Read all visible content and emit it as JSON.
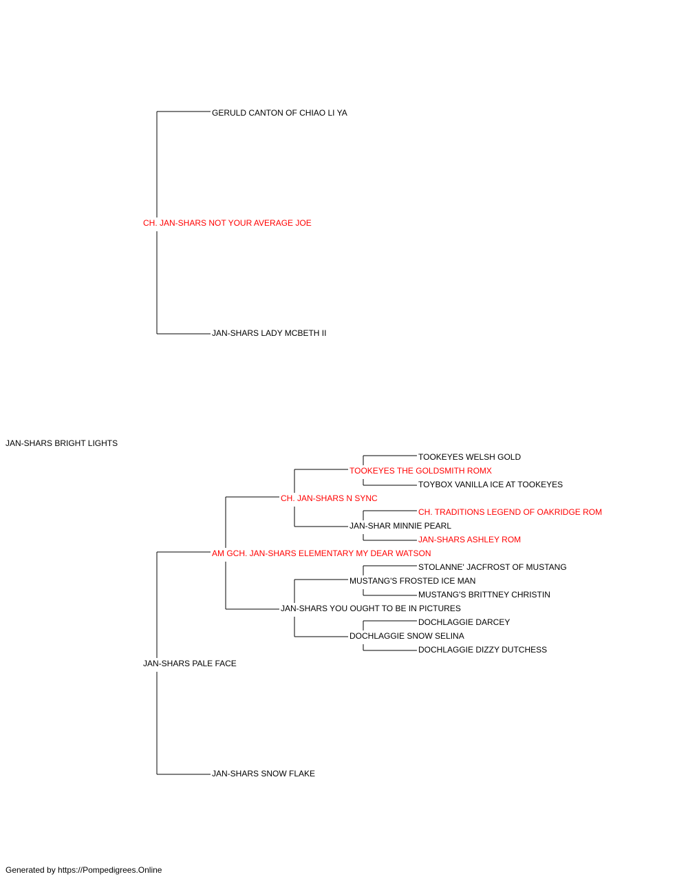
{
  "colors": {
    "champion": "#ff0000",
    "normal": "#000000",
    "line": "#000000"
  },
  "pedigree": {
    "subject": {
      "name": "JAN-SHARS BRIGHT LIGHTS",
      "champion": false
    },
    "sire": {
      "name": "CH. JAN-SHARS NOT YOUR AVERAGE JOE",
      "champion": true,
      "sire": {
        "name": "GERULD CANTON OF CHIAO LI YA",
        "champion": false
      },
      "dam": {
        "name": "JAN-SHARS LADY MCBETH II",
        "champion": false
      }
    },
    "dam": {
      "name": "JAN-SHARS PALE FACE",
      "champion": false,
      "sire": {
        "name": "AM GCH. JAN-SHARS ELEMENTARY MY DEAR WATSON",
        "champion": true,
        "sire": {
          "name": "CH. JAN-SHARS N SYNC",
          "champion": true,
          "sire": {
            "name": "TOOKEYES THE GOLDSMITH ROMX",
            "champion": true,
            "sire": {
              "name": "TOOKEYES WELSH GOLD",
              "champion": false
            },
            "dam": {
              "name": "TOYBOX VANILLA ICE AT TOOKEYES",
              "champion": false
            }
          },
          "dam": {
            "name": "JAN-SHAR MINNIE PEARL",
            "champion": false,
            "sire": {
              "name": "CH. TRADITIONS LEGEND OF OAKRIDGE ROM",
              "champion": true
            },
            "dam": {
              "name": "JAN-SHARS ASHLEY ROM",
              "champion": true
            }
          }
        },
        "dam": {
          "name": "JAN-SHARS YOU OUGHT TO BE IN PICTURES",
          "champion": false,
          "sire": {
            "name": "MUSTANG'S FROSTED ICE MAN",
            "champion": false,
            "sire": {
              "name": "STOLANNE' JACFROST OF MUSTANG",
              "champion": false
            },
            "dam": {
              "name": "MUSTANG'S BRITTNEY CHRISTIN",
              "champion": false
            }
          },
          "dam": {
            "name": "DOCHLAGGIE SNOW SELINA",
            "champion": false,
            "sire": {
              "name": "DOCHLAGGIE DARCEY",
              "champion": false
            },
            "dam": {
              "name": "DOCHLAGGIE DIZZY DUTCHESS",
              "champion": false
            }
          }
        }
      },
      "dam": {
        "name": "JAN-SHARS SNOW FLAKE",
        "champion": false
      }
    }
  },
  "footer": "Generated by https://Pompedigrees.Online"
}
